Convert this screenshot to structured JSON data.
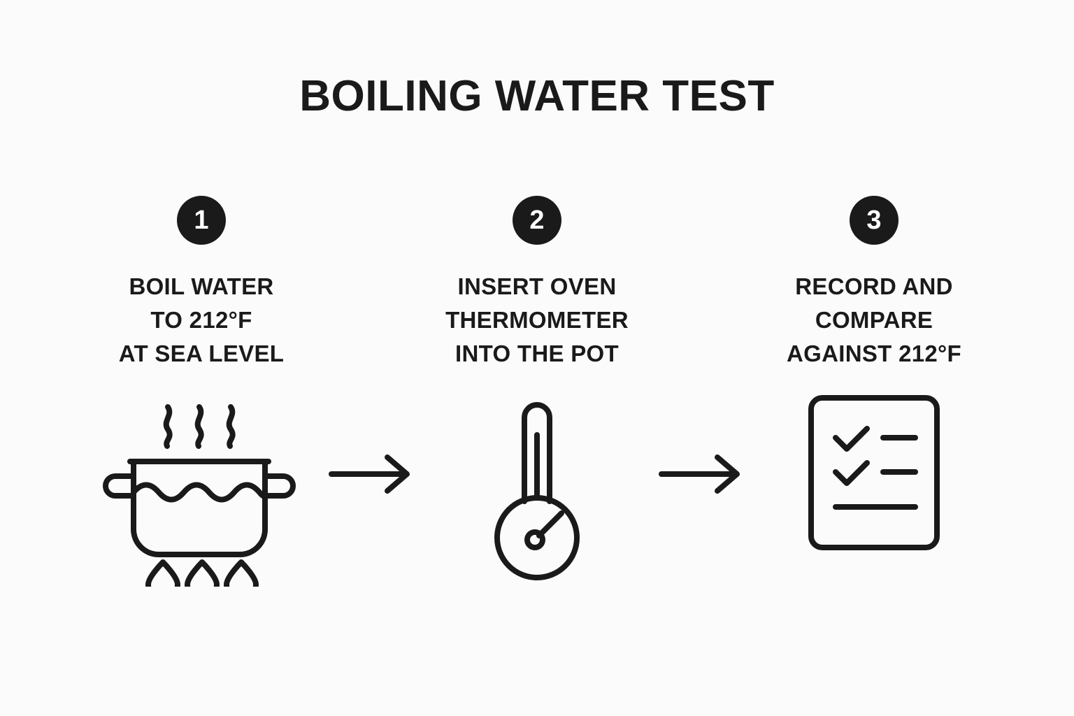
{
  "page": {
    "title": "BOILING WATER TEST",
    "background_color": "#fbfbfb",
    "ink_color": "#1a1a1a",
    "badge_text_color": "#ffffff"
  },
  "steps": [
    {
      "number": "1",
      "label": "BOIL WATER\nTO 212°F\nAT SEA LEVEL",
      "icon": "pot-boiling-water-icon"
    },
    {
      "number": "2",
      "label": "INSERT OVEN\nTHERMOMETER\nINTO THE POT",
      "icon": "oven-thermometer-icon"
    },
    {
      "number": "3",
      "label": "RECORD AND\nCOMPARE\nAGAINST 212°F",
      "icon": "checklist-clipboard-icon"
    }
  ],
  "connectors": [
    {
      "name": "arrow-step1-to-step2",
      "glyph": "arrow-right-icon"
    },
    {
      "name": "arrow-step2-to-step3",
      "glyph": "arrow-right-icon"
    }
  ]
}
